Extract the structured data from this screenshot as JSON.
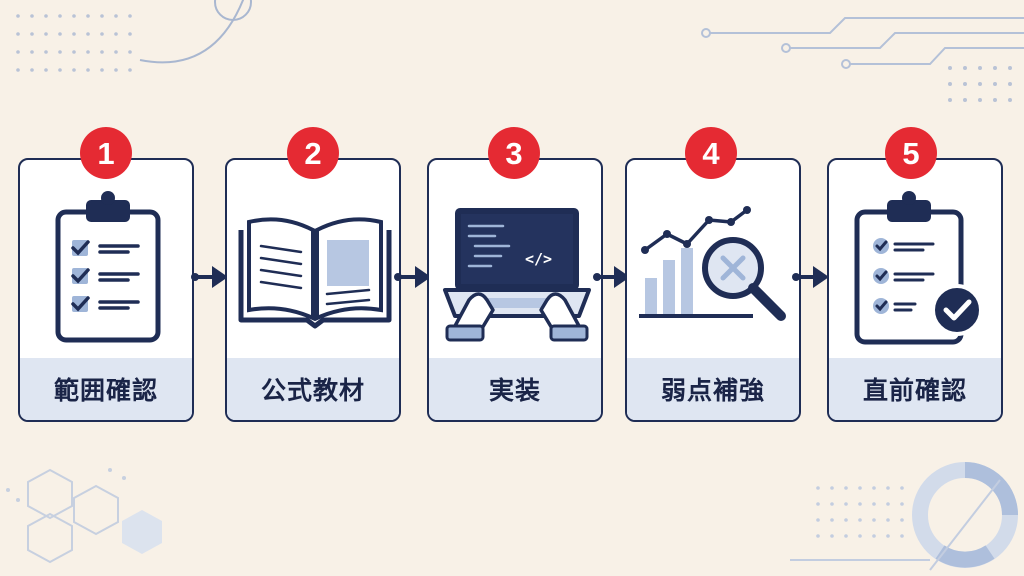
{
  "steps": [
    {
      "number": "1",
      "label": "範囲確認",
      "icon": "clipboard-checklist-icon"
    },
    {
      "number": "2",
      "label": "公式教材",
      "icon": "open-book-icon"
    },
    {
      "number": "3",
      "label": "実装",
      "icon": "laptop-coding-icon"
    },
    {
      "number": "4",
      "label": "弱点補強",
      "icon": "chart-magnifier-icon"
    },
    {
      "number": "5",
      "label": "直前確認",
      "icon": "clipboard-check-badge-icon"
    }
  ],
  "colors": {
    "background": "#f8f1e7",
    "navy": "#1f2d55",
    "badge_red": "#e52a33",
    "label_band": "#dfe6f2",
    "accent_blue": "#9fb5d8"
  }
}
